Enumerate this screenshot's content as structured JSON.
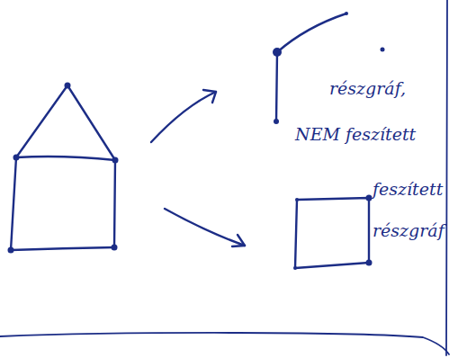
{
  "diagram": {
    "labels": [
      "részgráf,",
      "NEM feszített",
      "feszített",
      "részgráf"
    ]
  }
}
